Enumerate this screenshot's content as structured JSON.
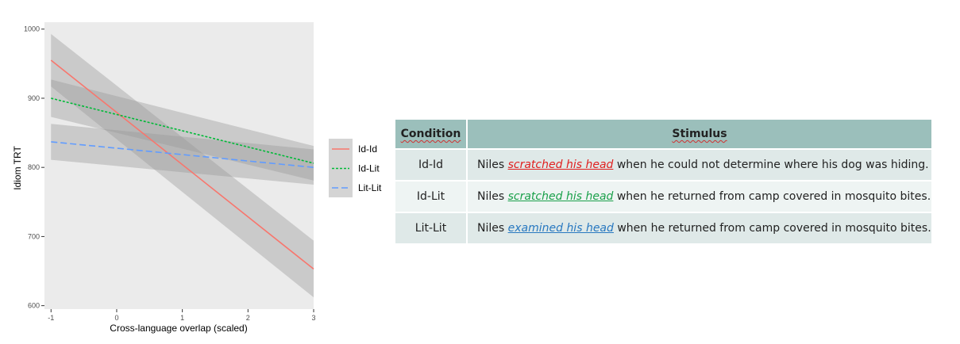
{
  "chart_data": {
    "type": "line",
    "xlabel": "Cross-language overlap (scaled)",
    "ylabel": "Idiom TRT",
    "xlim": [
      -1.1,
      3.0
    ],
    "ylim": [
      595,
      1010
    ],
    "x_ticks": [
      -1,
      0,
      1,
      2,
      3
    ],
    "y_ticks": [
      600,
      700,
      800,
      900,
      1000
    ],
    "grid": false,
    "background": "#ebebeb",
    "legend_position": "right",
    "series": [
      {
        "name": "Id-Id",
        "color": "#f8766d",
        "linestyle": "solid",
        "x": [
          -1,
          3
        ],
        "y": [
          955,
          653
        ],
        "ci_low": [
          917,
          612
        ],
        "ci_high": [
          993,
          694
        ]
      },
      {
        "name": "Id-Lit",
        "color": "#00ba38",
        "linestyle": "dotted",
        "x": [
          -1,
          3
        ],
        "y": [
          900,
          806
        ],
        "ci_low": [
          873,
          781
        ],
        "ci_high": [
          927,
          831
        ]
      },
      {
        "name": "Lit-Lit",
        "color": "#619cff",
        "linestyle": "dashed",
        "x": [
          -1,
          3
        ],
        "y": [
          837,
          800
        ],
        "ci_low": [
          811,
          775
        ],
        "ci_high": [
          863,
          826
        ]
      }
    ]
  },
  "table": {
    "headers": [
      "Condition",
      "Stimulus"
    ],
    "rows": [
      {
        "condition": "Id-Id",
        "pre": "Niles ",
        "phrase": "scratched his head",
        "post": " when he could not determine where his dog was hiding.",
        "phrase_color": "#e02020"
      },
      {
        "condition": "Id-Lit",
        "pre": "Niles ",
        "phrase": "scratched his head",
        "post": " when he returned from camp covered in mosquito bites.",
        "phrase_color": "#1aa04a"
      },
      {
        "condition": "Lit-Lit",
        "pre": "Niles ",
        "phrase": "examined his head",
        "post": " when he returned from camp covered in mosquito bites.",
        "phrase_color": "#2878c0"
      }
    ]
  }
}
